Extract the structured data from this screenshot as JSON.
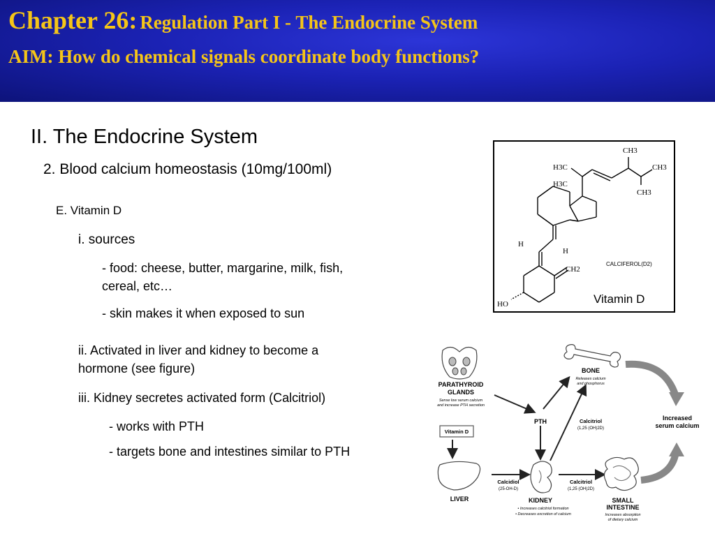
{
  "header": {
    "chapter": "Chapter 26:",
    "chapter_title": "Regulation Part I - The Endocrine System",
    "aim": "AIM: How do chemical signals coordinate body functions?"
  },
  "outline": {
    "section": "II. The Endocrine System",
    "topic": "2. Blood calcium homeostasis (10mg/100ml)",
    "subtopic": "E. Vitamin D",
    "sources_heading": "i. sources",
    "food_line1": "- food: cheese, butter, margarine, milk, fish,",
    "food_line2": "cereal, etc…",
    "skin": "- skin makes it when exposed to sun",
    "activated_line1": "ii. Activated in liver and kidney to become a",
    "activated_line2": "hormone (see figure)",
    "kidney": "iii. Kidney secretes activated form (Calcitriol)",
    "pth": "- works with PTH",
    "targets": "- targets bone and intestines similar to PTH"
  },
  "vitamin_d_structure": {
    "caption": "Vitamin D",
    "compound_name": "CALCIFEROL(D2)",
    "groups": {
      "ch3_top": "CH3",
      "h3c_1": "H3C",
      "ch3_right": "CH3",
      "h3c_2": "H3C",
      "ch3_lower": "CH3",
      "h_left": "H",
      "h_right": "H",
      "ch2": "CH2",
      "ho": "HO"
    }
  },
  "calcium_figure": {
    "parathyroid_title1": "PARATHYROID",
    "parathyroid_title2": "GLANDS",
    "parathyroid_note1": "Sense low serum calcium",
    "parathyroid_note2": "and increase PTH secretion",
    "pth": "PTH",
    "bone": "BONE",
    "bone_note1": "Releases calcium",
    "bone_note2": "and phosphorus",
    "calcitriol_mid": "Calcitriol",
    "calcitriol_mid_formula": "(1,25 (OH)2D)",
    "vitamin_d_box": "Vitamin D",
    "liver": "LIVER",
    "calcidiol": "Calcidiol",
    "calcidiol_formula": "(25-OH-D)",
    "kidney": "KIDNEY",
    "kidney_note1": "• Increases calcitriol formation",
    "kidney_note2": "• Decreases excretion of calcium",
    "calcitriol_low": "Calcitriol",
    "calcitriol_low_formula": "(1,25 (OH)2D)",
    "small_intestine1": "SMALL",
    "small_intestine2": "INTESTINE",
    "intestine_note1": "Increases absorption",
    "intestine_note2": "of dietary calcium",
    "increased1": "Increased",
    "increased2": "serum calcium"
  },
  "colors": {
    "banner": "#1b22b4",
    "banner_text": "#f5c518"
  }
}
